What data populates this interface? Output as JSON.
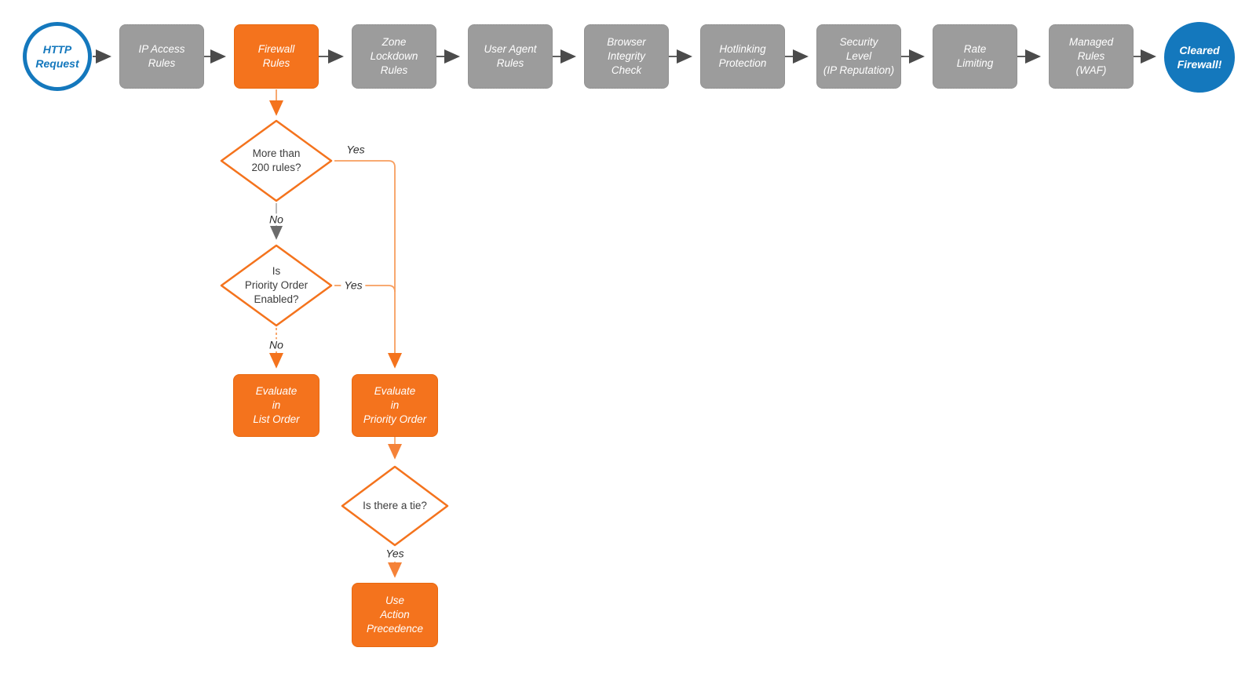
{
  "colors": {
    "accent_orange": "#F4731D",
    "orange_connector": "#F89E5F",
    "gray_node": "#9C9C9C",
    "brand_blue": "#1478BD",
    "dark_connector": "#616161",
    "diamond_text": "#3C3C3C"
  },
  "start_node": {
    "label": "HTTP\nRequest"
  },
  "end_node": {
    "label": "Cleared\nFirewall!"
  },
  "pipeline": [
    {
      "label": "IP Access\nRules"
    },
    {
      "label": "Firewall\nRules"
    },
    {
      "label": "Zone\nLockdown\nRules"
    },
    {
      "label": "User Agent\nRules"
    },
    {
      "label": "Browser\nIntegrity\nCheck"
    },
    {
      "label": "Hotlinking\nProtection"
    },
    {
      "label": "Security\nLevel\n(IP Reputation)"
    },
    {
      "label": "Rate\nLimiting"
    },
    {
      "label": "Managed\nRules\n(WAF)"
    }
  ],
  "decisions": [
    {
      "label": "More than\n200 rules?",
      "yes": "Yes",
      "no": "No"
    },
    {
      "label": "Is\nPriority Order\nEnabled?",
      "yes": "Yes",
      "no": "No"
    },
    {
      "label": "Is there a tie?",
      "yes": "Yes"
    }
  ],
  "actions": [
    {
      "label": "Evaluate\nin\nList Order"
    },
    {
      "label": "Evaluate\nin\nPriority Order"
    },
    {
      "label": "Use\nAction\nPrecedence"
    }
  ]
}
